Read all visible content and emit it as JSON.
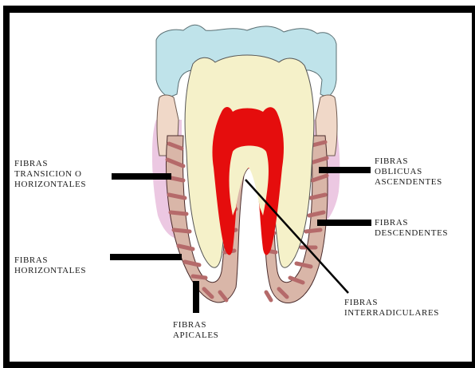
{
  "colors": {
    "enamel": "#bfe3ea",
    "dentin": "#f5f1c9",
    "pulp": "#e50d0d",
    "gingiva": "#ecc8e2",
    "bone": "#f0d8c8",
    "fiber": "#b56a6a",
    "frame": "#000000"
  },
  "labels": {
    "transition": {
      "lines": [
        "FIBRAS",
        "TRANSICION O",
        "HORIZONTALES"
      ]
    },
    "horizontal": {
      "lines": [
        "FIBRAS",
        "HORIZONTALES"
      ]
    },
    "apical": {
      "lines": [
        "FIBRAS",
        "APICALES"
      ]
    },
    "oblique": {
      "lines": [
        "FIBRAS",
        "OBLICUAS",
        "ASCENDENTES"
      ]
    },
    "descending": {
      "lines": [
        "FIBRAS",
        "DESCENDENTES"
      ]
    },
    "interradicular": {
      "lines": [
        "FIBRAS",
        "INTERRADICULARES"
      ]
    }
  }
}
